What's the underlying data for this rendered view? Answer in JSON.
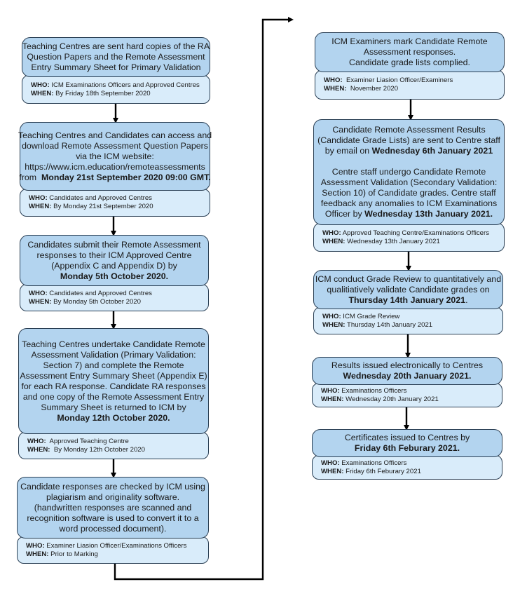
{
  "steps": [
    {
      "lines": [
        {
          "t": "Teaching Centres are sent hard copies of the RA"
        },
        {
          "t": "Question Papers and the Remote Assessment"
        },
        {
          "t": "Entry Summary Sheet for Primary Validation"
        }
      ],
      "who_label": "WHO:",
      "who": " ICM Examinations Officers and Approved Centres",
      "when_label": "WHEN:",
      "when": " By Friday 18th September 2020"
    },
    {
      "lines": [
        {
          "t": "Teaching Centres and Candidates can access and"
        },
        {
          "t": "download Remote Assessment Question Papers"
        },
        {
          "t": "via the ICM website:"
        },
        {
          "t": "https://www.icm.education/remoteassessments"
        },
        {
          "t": "from ",
          "b": " Monday 21st September 2020 09:00 GMT."
        }
      ],
      "who_label": "WHO:",
      "who": " Candidates and Approved Centres",
      "when_label": "WHEN:",
      "when": " By Monday 21st September 2020"
    },
    {
      "lines": [
        {
          "t": "Candidates submit their Remote Assessment"
        },
        {
          "t": "responses to their ICM Approved Centre"
        },
        {
          "t": "(Appendix C and Appendix D) by"
        },
        {
          "b": "Monday 5th October 2020."
        }
      ],
      "who_label": "WHO:",
      "who": " Candidates and Approved Centres",
      "when_label": "WHEN:",
      "when": " By Monday 5th October 2020"
    },
    {
      "lines": [
        {
          "t": "Teaching Centres undertake Candidate Remote"
        },
        {
          "t": "Assessment Validation (Primary Validation:"
        },
        {
          "t": "Section 7) and complete the Remote"
        },
        {
          "t": "Assessment Entry Summary Sheet (Appendix E)"
        },
        {
          "t": "for each RA response. Candidate RA responses"
        },
        {
          "t": "and one copy of the Remote Assessment Entry"
        },
        {
          "t": "Summary Sheet is returned to ICM by"
        },
        {
          "b": "Monday 12th October 2020."
        }
      ],
      "who_label": "WHO:",
      "who": "  Approved Teaching Centre",
      "when_label": "WHEN:",
      "when": "  By Monday 12th October 2020"
    },
    {
      "lines": [
        {
          "t": "Candidate responses are checked by ICM using"
        },
        {
          "t": "plagiarism and originality software."
        },
        {
          "t": "(handwritten responses are scanned and"
        },
        {
          "t": "recognition software is used to convert it to a"
        },
        {
          "t": "word processed document)."
        }
      ],
      "who_label": "WHO:",
      "who": " Examiner Liasion Officer/Examinations Officers",
      "when_label": "WHEN:",
      "when": " Prior to Marking"
    },
    {
      "lines": [
        {
          "t": "ICM Examiners mark Candidate Remote"
        },
        {
          "t": "Assessment responses."
        },
        {
          "t": "Candidate grade lists complied."
        }
      ],
      "who_label": "WHO:",
      "who": "  Examiner Liasion Officer/Examiners",
      "when_label": "WHEN:",
      "when": "  November 2020"
    },
    {
      "lines": [
        {
          "t": "Candidate Remote Assessment Results"
        },
        {
          "t": "(Candidate Grade Lists) are sent to Centre staff"
        },
        {
          "t": "by email on ",
          "b": "Wednesday 6th January 2021"
        },
        {
          "gap": true
        },
        {
          "t": "Centre staff undergo Candidate Remote"
        },
        {
          "t": "Assessment Validation (Secondary Validation:"
        },
        {
          "t": "Section 10) of Candidate grades. Centre staff"
        },
        {
          "t": "feedback any anomalies to ICM Examinations"
        },
        {
          "t": "Officer by ",
          "b": "Wednesday 13th January 2021."
        }
      ],
      "who_label": "WHO:",
      "who": " Approved Teaching Centre/Examinations Officers",
      "when_label": "WHEN:",
      "when": " Wednesday 13th January 2021"
    },
    {
      "lines": [
        {
          "t": "ICM conduct Grade Review to quantitatively and"
        },
        {
          "t": "qualitiatively validate Candidate grades on"
        },
        {
          "b": "Thursday 14th January 2021",
          "t2": "."
        }
      ],
      "who_label": "WHO:",
      "who": " ICM Grade Review",
      "when_label": "WHEN:",
      "when": " Thursday 14th January 2021"
    },
    {
      "lines": [
        {
          "t": "Results issued electronically to Centres"
        },
        {
          "b": "Wednesday 20th January 2021."
        }
      ],
      "who_label": "WHO:",
      "who": " Examinations Officers",
      "when_label": "WHEN:",
      "when": " Wednesday 20th January 2021"
    },
    {
      "lines": [
        {
          "t": "Certificates issued to Centres by"
        },
        {
          "b": "Friday 6th Feburary 2021."
        }
      ],
      "who_label": "WHO:",
      "who": " Examinations Officers",
      "when_label": "WHEN:",
      "when": " Friday 6th Feburary 2021"
    }
  ]
}
